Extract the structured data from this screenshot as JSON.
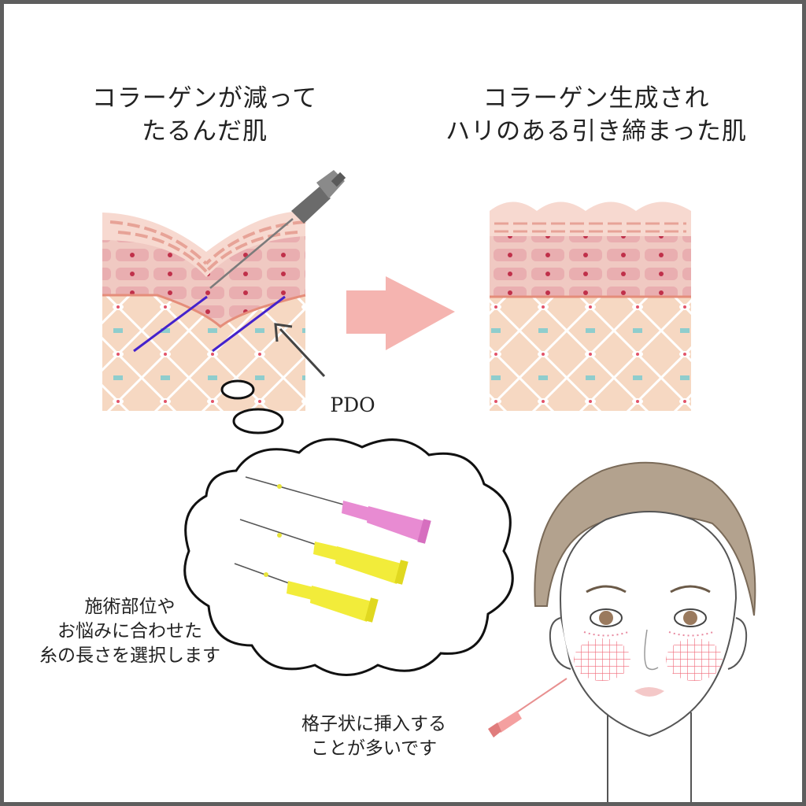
{
  "before": {
    "title_line1": "コラーゲンが減って",
    "title_line2": "たるんだ肌"
  },
  "after": {
    "title_line1": "コラーゲン生成され",
    "title_line2": "ハリのある引き締まった肌"
  },
  "pdo_label": "PDO",
  "thread_note": {
    "line1": "施術部位や",
    "line2": "お悩みに合わせた",
    "line3": "糸の長さを選択します"
  },
  "insert_note": {
    "line1": "格子状に挿入する",
    "line2": "ことが多いです"
  },
  "colors": {
    "arrow": "#f5b4b0",
    "pdo_thread": "#4422cc",
    "dermis": "#f6d8c2",
    "epidermis": "#f0c9c2",
    "needle_pink": "#e88bd2",
    "needle_yellow": "#f2ec3a",
    "grid": "#f06878",
    "hair": "#b3a28e"
  }
}
